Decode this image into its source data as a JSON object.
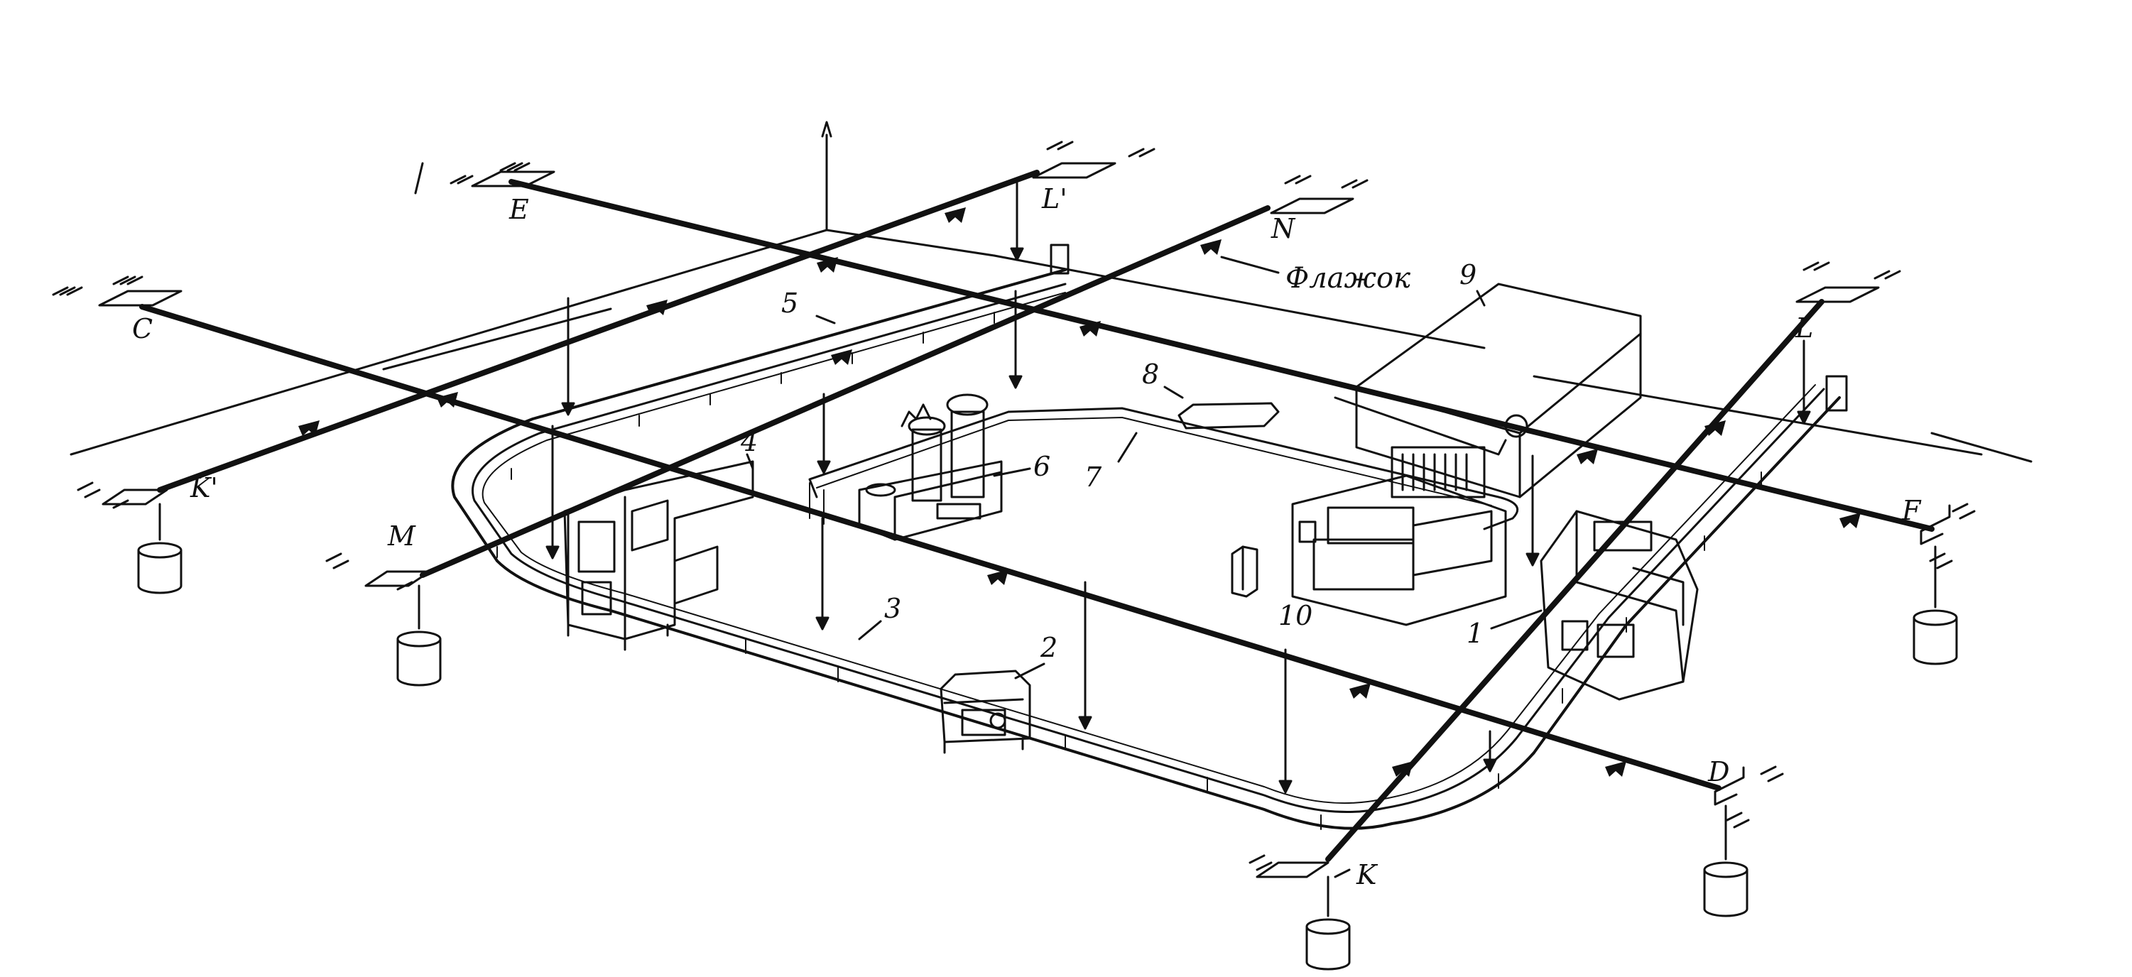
{
  "points": {
    "C": "C",
    "E": "E",
    "L_prime": "L'",
    "N": "N",
    "K_prime": "K'",
    "M": "M",
    "L": "L",
    "F": "F",
    "D": "D",
    "K": "K"
  },
  "flag_label": "Флажок",
  "parts": {
    "p1": "1",
    "p2": "2",
    "p3": "3",
    "p4": "4",
    "p5": "5",
    "p6": "6",
    "p7": "7",
    "p8": "8",
    "p9": "9",
    "p10": "10"
  },
  "colors": {
    "ink": "#111111",
    "paper": "#ffffff"
  }
}
